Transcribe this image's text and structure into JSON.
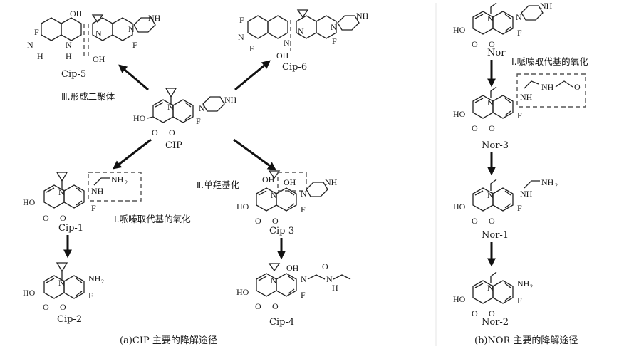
{
  "panel_a": {
    "center_label": "CIP",
    "pathway_labels": {
      "dimer": "Ⅲ.形成二聚体",
      "hydroxylation": "Ⅱ.单羟基化",
      "piperazine_oxidation": "Ⅰ.哌嗪取代基的氧化"
    },
    "compounds": [
      "Cip-5",
      "Cip-6",
      "Cip-1",
      "Cip-2",
      "Cip-3",
      "Cip-4"
    ],
    "caption": "(a)CIP 主要的降解途径"
  },
  "panel_b": {
    "pathway_label": "Ⅰ.哌嗪取代基的氧化",
    "compounds": [
      "Nor",
      "Nor-3",
      "Nor-1",
      "Nor-2"
    ],
    "caption": "(b)NOR 主要的降解途径"
  },
  "atoms": {
    "F": "F",
    "N": "N",
    "H": "H",
    "O": "O",
    "NH": "NH",
    "OH": "OH",
    "HO": "HO",
    "NH2_base": "NH",
    "NH2_sub": "2"
  }
}
